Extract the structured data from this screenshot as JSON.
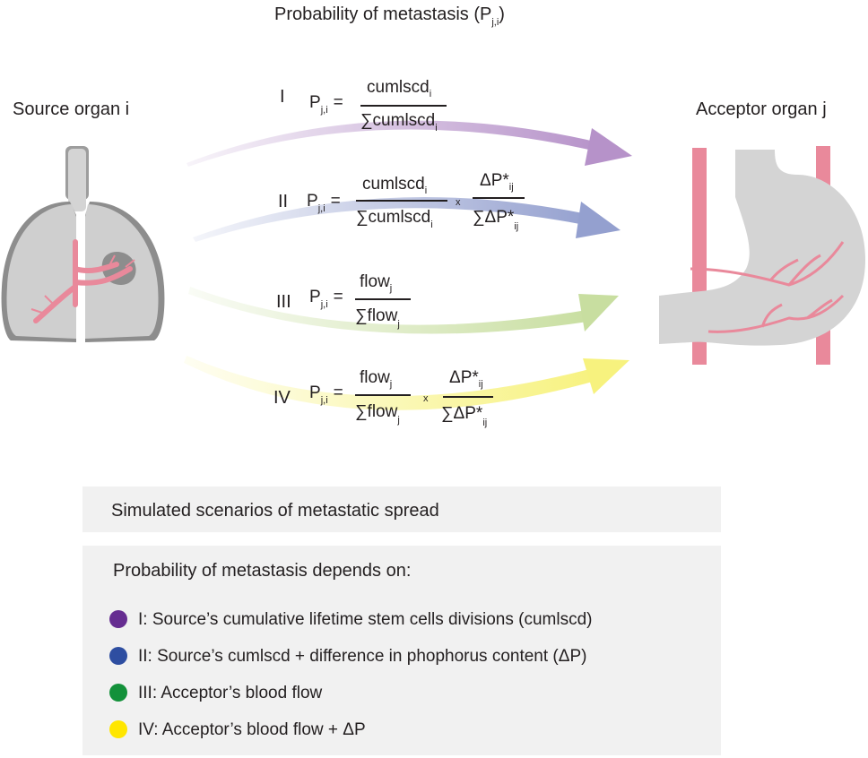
{
  "title": "Probability of metastasis (P",
  "title_sub": "j,i",
  "title_close": ")",
  "source_label": "Source organ i",
  "acceptor_label": "Acceptor organ j",
  "scenarios": [
    {
      "roman": "I"
    },
    {
      "roman": "II"
    },
    {
      "roman": "III"
    },
    {
      "roman": "IV"
    }
  ],
  "formula": {
    "p": "P",
    "p_sub": "j,i",
    "eq": "=",
    "cumlscd": "cumlscd",
    "sum_cumlscd": "∑cumlscd",
    "sub_i": "i",
    "times": "x",
    "dp": "ΔP*",
    "sum_dp": "∑ΔP*",
    "sub_ij": "ij",
    "flow": "flow",
    "sum_flow": "∑flow",
    "sub_j": "j"
  },
  "box1": {
    "title": "Simulated scenarios of metastatic spread"
  },
  "box2": {
    "title": "Probability of metastasis depends on:",
    "items": [
      {
        "label": "I: Source’s cumulative lifetime stem cells divisions (cumlscd)",
        "color": "#662d91"
      },
      {
        "label": "II: Source’s cumlscd + difference in phophorus content (ΔP)",
        "color": "#2e4ea1"
      },
      {
        "label": "III: Acceptor’s blood flow",
        "color": "#13913a"
      },
      {
        "label": "IV: Acceptor’s blood flow + ΔP",
        "color": "#ffe600"
      }
    ]
  },
  "colors": {
    "arrow_I": "#b692c9",
    "arrow_II": "#94a0cf",
    "arrow_III": "#c8dea0",
    "arrow_IV": "#f7f27e",
    "organ_gray": "#cfcfcf",
    "organ_dark": "#8a8a8a",
    "vessel_pink": "#e9899b"
  }
}
